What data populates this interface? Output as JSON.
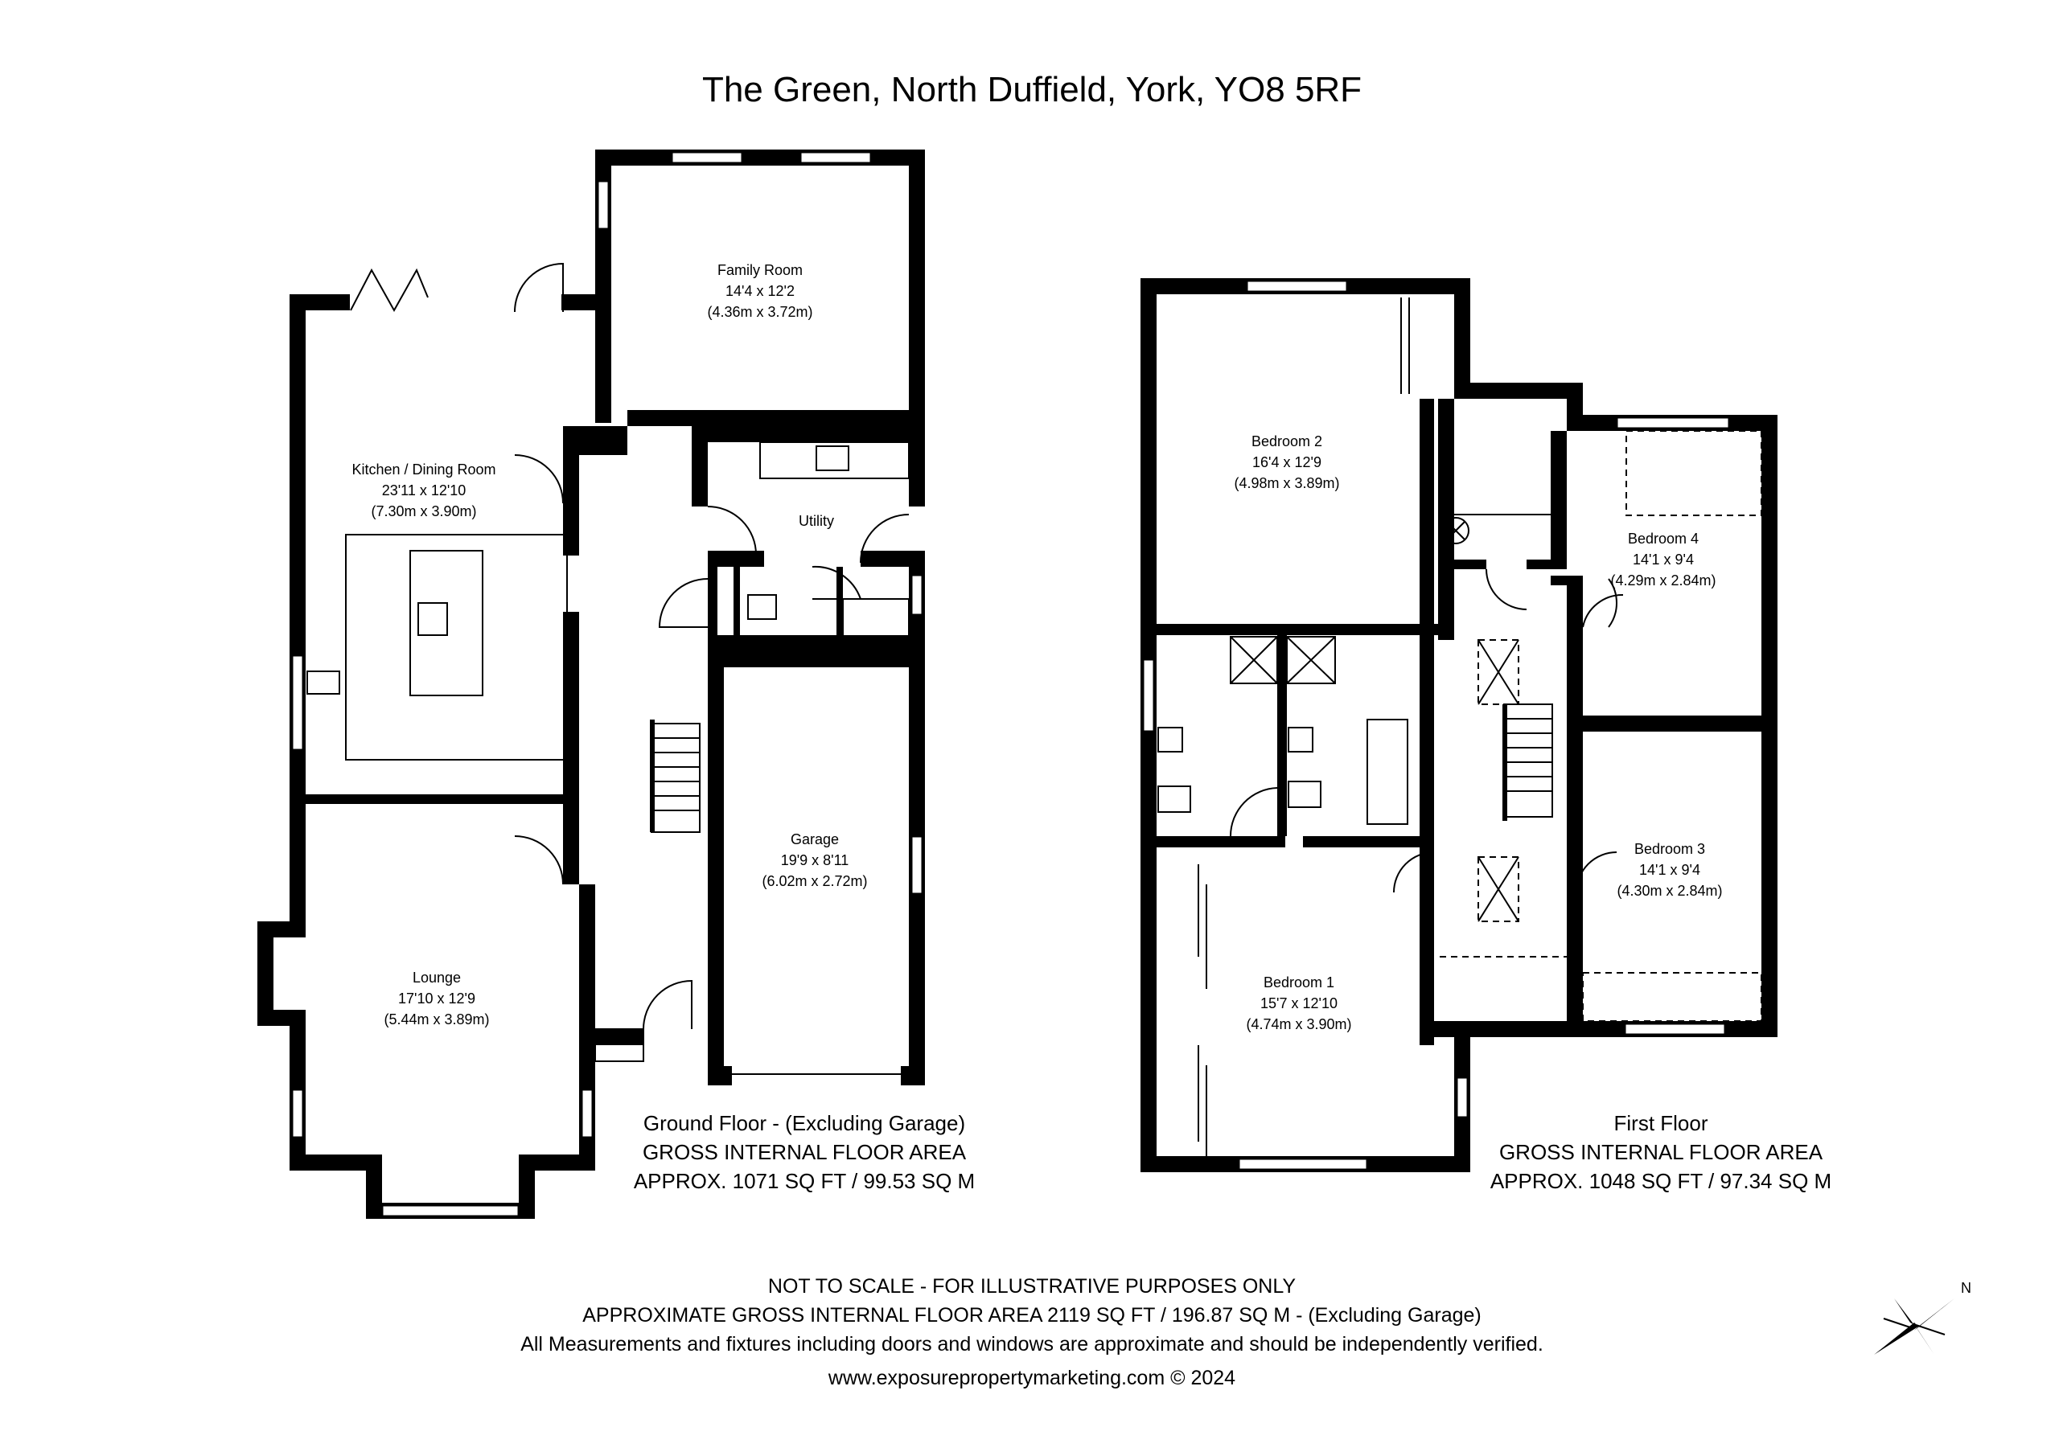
{
  "title": "The Green, North Duffield, York, YO8 5RF",
  "ground_floor": {
    "rooms": [
      {
        "name": "Family Room",
        "imperial": "14'4 x 12'2",
        "metric": "(4.36m x 3.72m)"
      },
      {
        "name": "Kitchen / Dining Room",
        "imperial": "23'11 x 12'10",
        "metric": "(7.30m x 3.90m)"
      },
      {
        "name": "Utility",
        "imperial": "",
        "metric": ""
      },
      {
        "name": "Garage",
        "imperial": "19'9 x 8'11",
        "metric": "(6.02m x 2.72m)"
      },
      {
        "name": "Lounge",
        "imperial": "17'10 x 12'9",
        "metric": "(5.44m x 3.89m)"
      }
    ],
    "area_lines": [
      "Ground Floor - (Excluding Garage)",
      "GROSS INTERNAL FLOOR AREA",
      "APPROX. 1071 SQ FT / 99.53 SQ M"
    ]
  },
  "first_floor": {
    "rooms": [
      {
        "name": "Bedroom 2",
        "imperial": "16'4 x 12'9",
        "metric": "(4.98m x 3.89m)"
      },
      {
        "name": "Bedroom 4",
        "imperial": "14'1 x 9'4",
        "metric": "(4.29m x 2.84m)"
      },
      {
        "name": "Bedroom 3",
        "imperial": "14'1 x 9'4",
        "metric": "(4.30m x 2.84m)"
      },
      {
        "name": "Bedroom 1",
        "imperial": "15'7 x 12'10",
        "metric": "(4.74m x 3.90m)"
      }
    ],
    "area_lines": [
      "First Floor",
      "GROSS INTERNAL FLOOR AREA",
      "APPROX. 1048 SQ FT / 97.34 SQ M"
    ]
  },
  "footer": {
    "line1": "NOT TO SCALE - FOR ILLUSTRATIVE PURPOSES ONLY",
    "line2": "APPROXIMATE GROSS INTERNAL FLOOR AREA 2119 SQ FT / 196.87 SQ M - (Excluding Garage)",
    "line3": "All Measurements and fixtures including doors and windows are approximate and should be independently verified.",
    "line4": "www.exposurepropertymarketing.com © 2024"
  },
  "compass": {
    "label": "N",
    "icon": "compass-icon"
  }
}
